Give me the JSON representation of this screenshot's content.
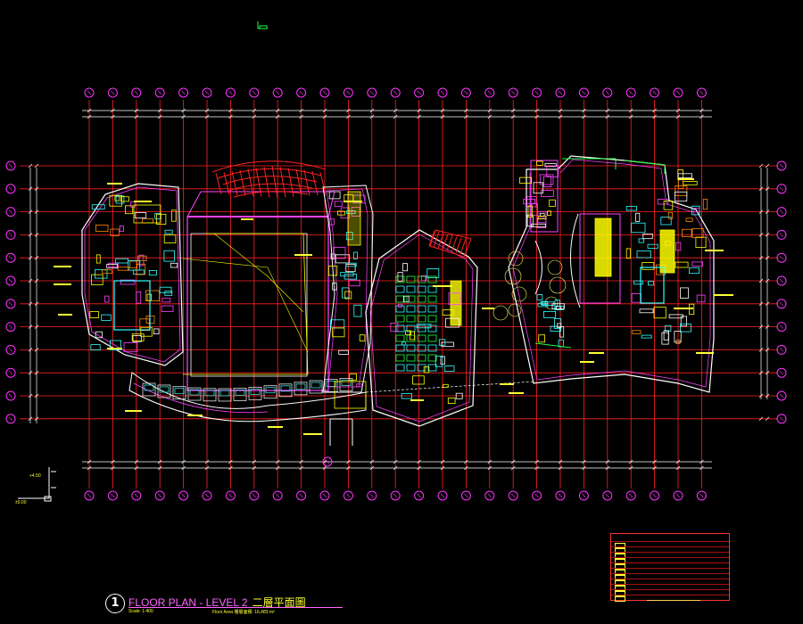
{
  "drawing": {
    "title_number": "1",
    "title_en": "FLOOR PLAN - LEVEL 2",
    "title_zh": "二層平面圖",
    "scale_text": "Scale: 1:400",
    "area_text": "Floor Area 樓層面積: 16,483 m²",
    "colors": {
      "background": "#000000",
      "grid_line": "#ff2222",
      "grid_bubble": "#ff33ff",
      "walls": "#ff44ff",
      "outline": "#ffffff",
      "fixtures": "#ffff00",
      "furniture": "#33ffff",
      "green": "#22ff44",
      "dimension": "#ffffff"
    },
    "legend_rows": 11
  }
}
